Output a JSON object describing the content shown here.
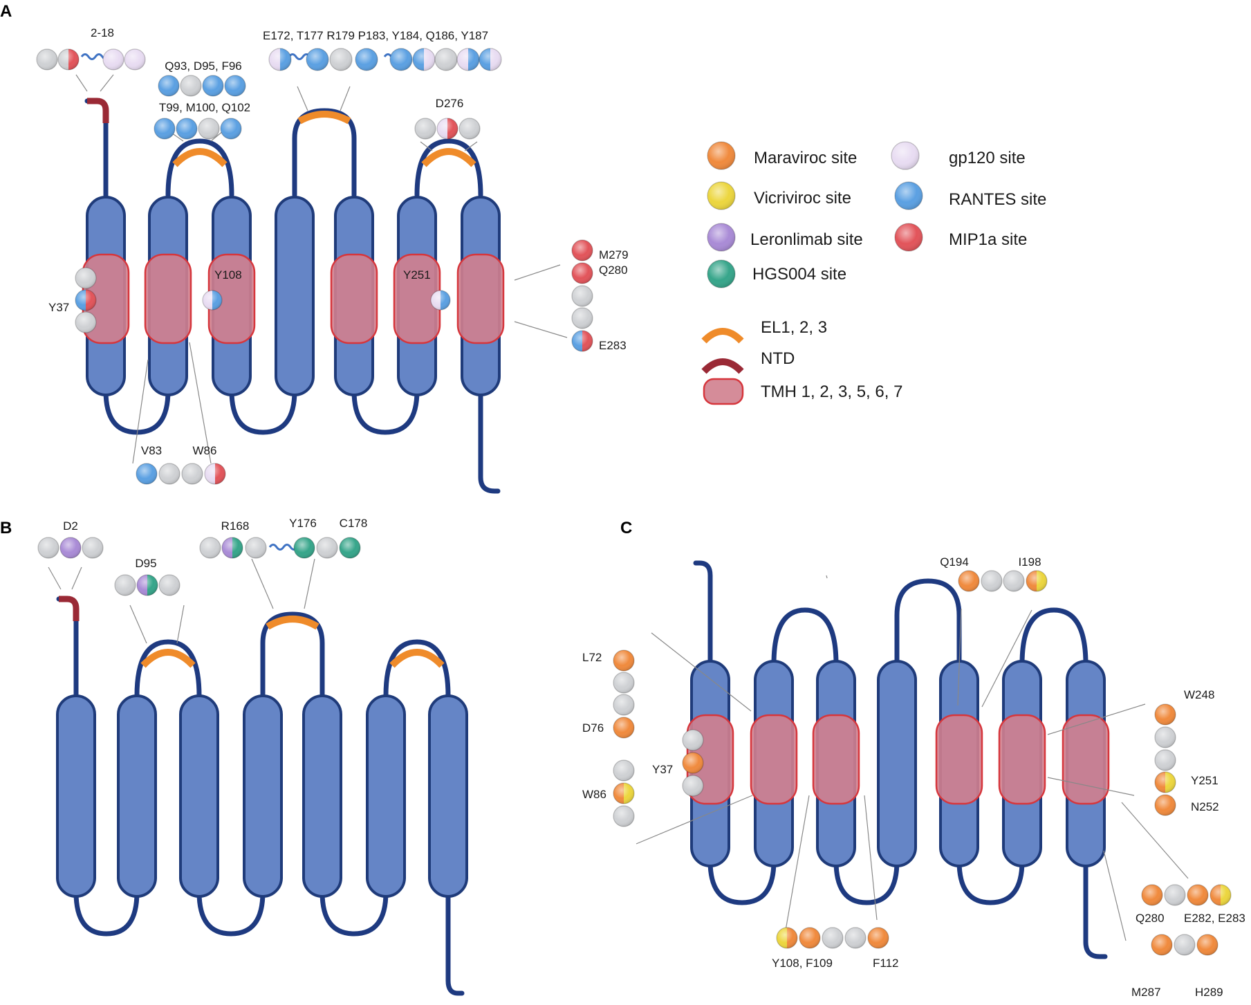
{
  "colors": {
    "helix_fill": "#6585c6",
    "helix_stroke": "#1f3b7a",
    "loop": "#1e3a80",
    "el": "#ef8b2a",
    "ntd": "#9a2935",
    "tmh_fill": "#d0808e",
    "tmh_stroke": "#d6363c",
    "maraviroc": "#f08a3d",
    "vicriviroc": "#ecd63e",
    "leronlimab": "#a98bd6",
    "hgs004": "#36a58a",
    "gp120": "#e8dcf2",
    "rantes": "#5ba0e2",
    "mip1a": "#e2545a",
    "grey": "#cfd1d4"
  },
  "panels": {
    "a": "A",
    "b": "B",
    "c": "C"
  },
  "legend": {
    "maraviroc": "Maraviroc site",
    "vicriviroc": "Vicriviroc site",
    "leronlimab": "Leronlimab site",
    "hgs004": "HGS004 site",
    "gp120": "gp120 site",
    "rantes": "RANTES site",
    "mip1a": "MIP1a site",
    "el": "EL1, 2, 3",
    "ntd": "NTD",
    "tmh": "TMH 1, 2, 3, 5, 6, 7"
  },
  "labels": {
    "a": {
      "nterm": "2-18",
      "el1_top": "Q93, D95, F96",
      "el1_bottom": "T99, M100, Q102",
      "el2": "E172,  T177  R179    P183, Y184, Q186, Y187",
      "el3": "D276",
      "y37": "Y37",
      "y108": "Y108",
      "y251": "Y251",
      "m279": "M279",
      "q280": "Q280",
      "e283": "E283",
      "v83": "V83",
      "w86": "W86"
    },
    "b": {
      "d2": "D2",
      "d95": "D95",
      "r168": "R168",
      "y176": "Y176",
      "c178": "C178"
    },
    "c": {
      "q194": "Q194",
      "i198": "I198",
      "l72": "L72",
      "d76": "D76",
      "y37": "Y37",
      "w86": "W86",
      "w248": "W248",
      "y251": "Y251",
      "n252": "N252",
      "y108_f109": "Y108, F109",
      "f112": "F112",
      "q280": "Q280",
      "e282_e283": "E282, E283",
      "m287": "M287",
      "h289": "H289"
    }
  }
}
